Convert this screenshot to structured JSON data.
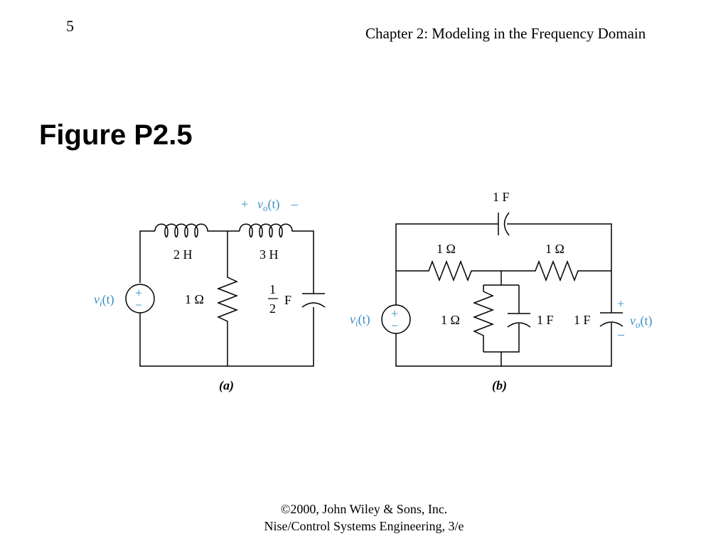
{
  "header": {
    "page_number": "5",
    "chapter_title": "Chapter 2: Modeling in the Frequency Domain"
  },
  "figure": {
    "title": "Figure P2.5"
  },
  "circuit_a": {
    "caption_letter": "a",
    "source_label_v": "v",
    "source_label_sub": "i",
    "source_label_arg": "(t)",
    "plus": "+",
    "minus": "−",
    "inductor1": "2 H",
    "inductor2": "3 H",
    "resistor": "1 Ω",
    "cap_numerator": "1",
    "cap_denominator": "2",
    "cap_unit": "F",
    "output_v": "v",
    "output_sub": "o",
    "output_arg": "(t)",
    "output_plus": "+",
    "output_minus": "–",
    "colors": {
      "accent": "#3a8fc4"
    }
  },
  "circuit_b": {
    "caption_letter": "b",
    "source_label_v": "v",
    "source_label_sub": "i",
    "source_label_arg": "(t)",
    "plus": "+",
    "minus": "−",
    "top_cap": "1 F",
    "resistor_left": "1 Ω",
    "resistor_right": "1 Ω",
    "resistor_mid": "1 Ω",
    "cap_mid": "1 F",
    "cap_right": "1 F",
    "output_v": "v",
    "output_sub": "o",
    "output_arg": "(t)",
    "output_plus": "+",
    "output_minus": "–"
  },
  "footer": {
    "line1": "©2000, John Wiley & Sons, Inc.",
    "line2": "Nise/Control Systems Engineering, 3/e"
  }
}
